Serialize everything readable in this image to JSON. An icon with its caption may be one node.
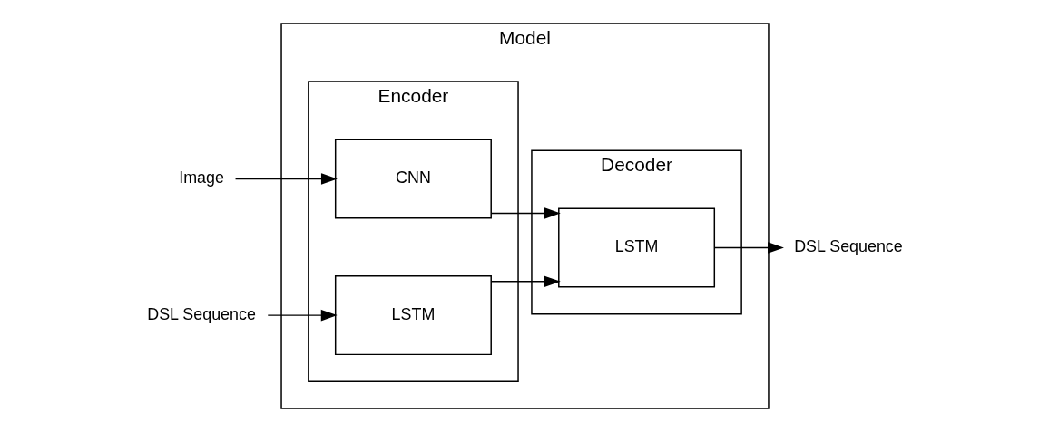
{
  "diagram": {
    "nodes": [
      {
        "text": [
          "Model"
        ]
      },
      {
        "text": [
          "Encoder"
        ],
        "in": 0
      },
      {
        "text": [
          "CNN"
        ],
        "in": 1
      },
      {
        "text": [
          "LSTM"
        ],
        "in": 1
      },
      {
        "text": [
          "Decoder"
        ],
        "in": 0
      },
      {
        "text": [
          "LSTM"
        ],
        "in": 4
      },
      {
        "text": [
          "Image"
        ]
      },
      {
        "text": [
          "DSL Sequence"
        ]
      },
      {
        "text": [
          "DSL Sequence"
        ]
      }
    ],
    "edges": [
      {
        "from": 6,
        "to": 2,
        "arrow": "to"
      },
      {
        "from": 7,
        "to": 3,
        "arrow": "to"
      },
      {
        "from": 2,
        "to": 5,
        "arrow": "to"
      },
      {
        "from": 3,
        "to": 5,
        "arrow": "to"
      },
      {
        "from": 5,
        "to": 8,
        "arrow": "to"
      }
    ]
  }
}
